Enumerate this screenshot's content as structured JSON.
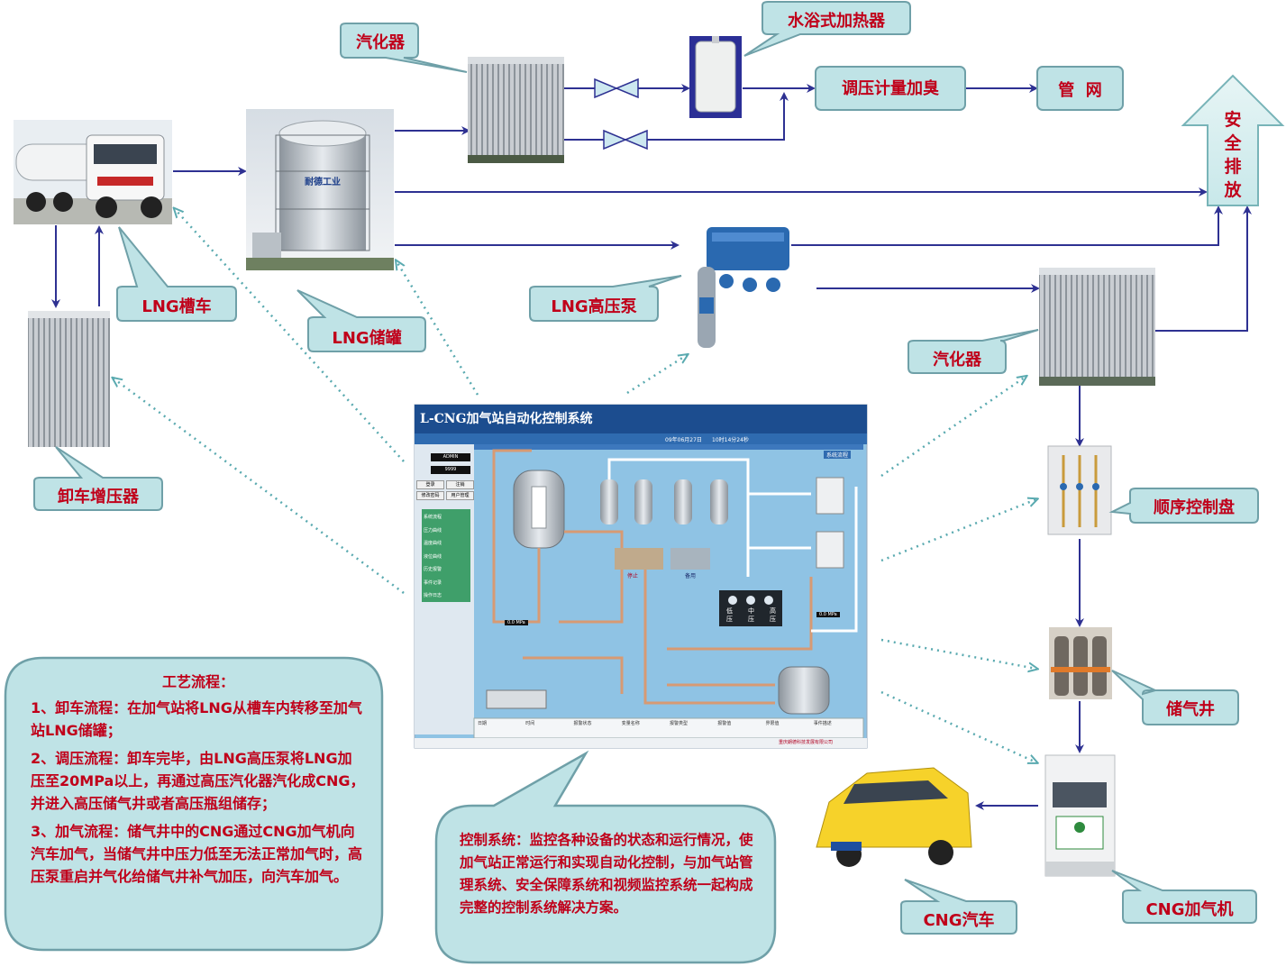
{
  "labels": {
    "vaporizer_top": "汽化器",
    "water_bath_heater": "水浴式加热器",
    "pressure_metering_odorizing": "调压计量加臭",
    "pipeline_network": "管  网",
    "safety_vent": [
      "安",
      "全",
      "排",
      "放"
    ],
    "lng_tanker": "LNG槽车",
    "lng_storage_tank": "LNG储罐",
    "lng_hp_pump": "LNG高压泵",
    "vaporizer_right": "汽化器",
    "unloading_booster": "卸车增压器",
    "sequence_control_panel": "顺序控制盘",
    "storage_well": "储气井",
    "cng_dispenser": "CNG加气机",
    "cng_vehicle": "CNG汽车"
  },
  "process_notes": {
    "title": "工艺流程：",
    "items": [
      "1、卸车流程：在加气站将LNG从槽车内转移至加气站LNG储罐；",
      "2、调压流程：卸车完毕，由LNG高压泵将LNG加压至20MPa以上，再通过高压汽化器汽化成CNG，并进入高压储气井或者高压瓶组储存；",
      "3、加气流程：储气井中的CNG通过CNG加气机向汽车加气，当储气井中压力低至无法正常加气时，高压泵重启并气化给储气井补气加压，向汽车加气。"
    ]
  },
  "control_note": "控制系统：监控各种设备的状态和运行情况，使加气站正常运行和实现自动化控制，与加气站管理系统、安全保障系统和视频监控系统一起构成完整的控制系统解决方案。",
  "scada": {
    "title": "L-CNG加气站自动化控制系统",
    "date_text": "09年06月27日",
    "time_text": "10时14分24秒",
    "user_name": "ADMIN",
    "password_mask": "9999",
    "buttons": [
      "登录",
      "注销",
      "修改密码",
      "用户管理"
    ],
    "nav_items": [
      "系统流程",
      "压力曲线",
      "温度曲线",
      "液位曲线",
      "历史报警",
      "事件记录",
      "操作日志"
    ],
    "panel_header": "系统流程",
    "pressure_labels": [
      "低压",
      "中压",
      "高压"
    ],
    "readout": "0.0",
    "readout_unit": "MPa",
    "pump_states": [
      "停止",
      "备用"
    ],
    "alarm_columns": [
      "日期",
      "时间",
      "报警状态",
      "变量名称",
      "报警类型",
      "报警值",
      "界限值",
      "事件描述"
    ],
    "footer": "重庆朗德科技发展有限公司"
  },
  "colors": {
    "arrow": "#2e3192",
    "dotted": "#5aaab0",
    "callout_fill": "#bfe3e6",
    "callout_stroke": "#6fa0a8",
    "label_text": "#c0001a"
  }
}
